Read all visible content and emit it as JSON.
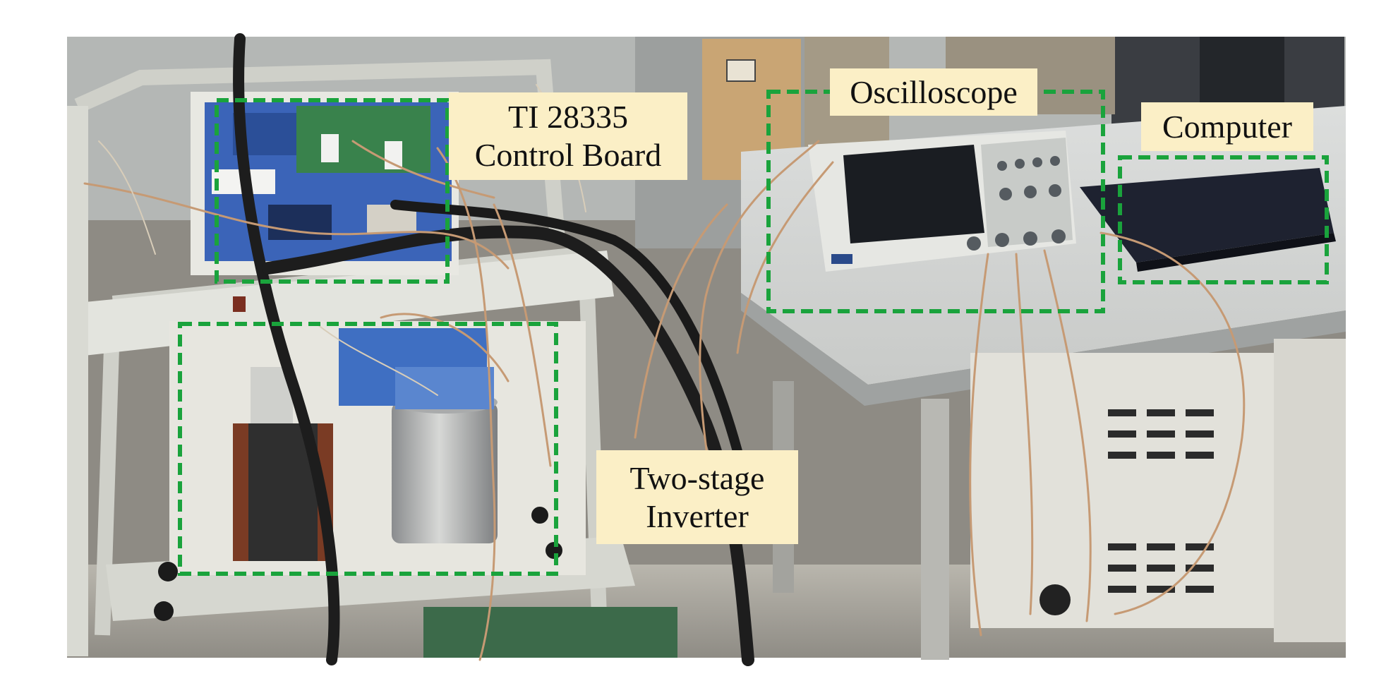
{
  "labels": {
    "control_board": {
      "line1": "TI 28335",
      "line2": "Control Board"
    },
    "oscilloscope": "Oscilloscope",
    "computer": "Computer",
    "inverter": {
      "line1": "Two-stage",
      "line2": "Inverter"
    }
  },
  "colors": {
    "box_outline": "#1aa33c",
    "label_background": "#fbefc6",
    "page_background": "#ffffff"
  }
}
